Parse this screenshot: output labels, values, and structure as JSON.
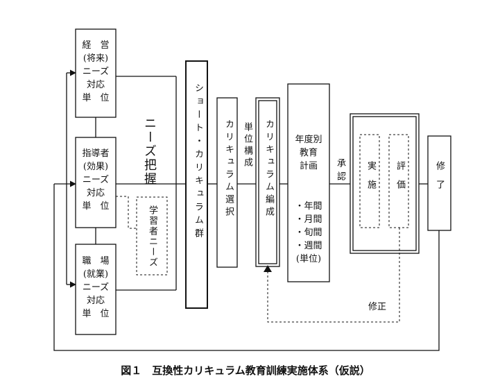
{
  "nodes": {
    "keiei": "経　営\n(将来)\nニーズ\n対応\n単　位",
    "shidousha": "指導者\n(効果)\nニーズ\n対応\n単　位",
    "shokuba": "職　場\n(就業)\nニーズ\n対応\n単　位",
    "needs_haaku": "ニーズ把握",
    "gakushusha": "学習者ニーズ",
    "short_curriculum": "ショート・カリキュラム群",
    "curriculum_sentaku": "カリキュラム選択",
    "tani_kosei": "単位構成",
    "curriculum_hensei": "カリキュラム編成",
    "nendobetsu": "年度別\n教育\n計画",
    "nendobetsu_items": "・年間\n・月間\n・旬間\n・週間\n(単位)",
    "shonin": "承認",
    "jisshi": "実施",
    "hyoka": "評価",
    "shuryo": "修了",
    "shusei": "修正"
  },
  "caption": "図１　互換性カリキュラム教育訓練実施体系（仮説）"
}
